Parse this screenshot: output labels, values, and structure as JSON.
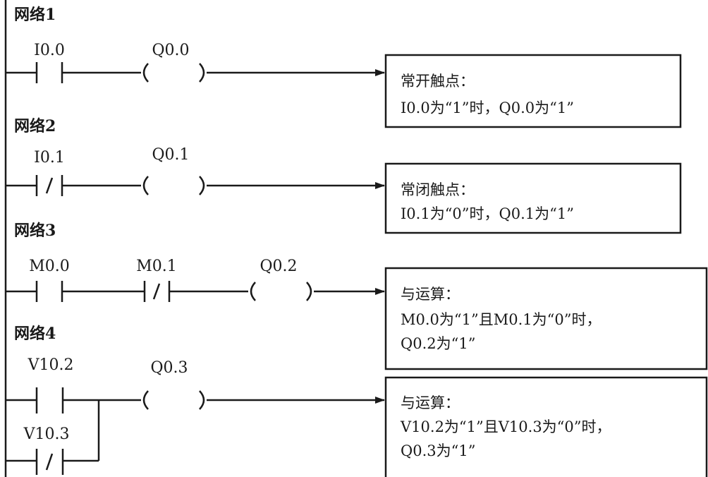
{
  "networks": [
    {
      "title": "网络1",
      "contacts": [
        "I0.0"
      ],
      "coil": "Q0.0",
      "note": [
        "常开触点：",
        "I0.0为“1”时，Q0.0为“1”"
      ]
    },
    {
      "title": "网络2",
      "contacts": [
        "I0.1"
      ],
      "coil": "Q0.1",
      "note": [
        "常闭触点：",
        "I0.1为“0”时，Q0.1为“1”"
      ]
    },
    {
      "title": "网络3",
      "contacts": [
        "M0.0",
        "M0.1"
      ],
      "coil": "Q0.2",
      "note": [
        "与运算：",
        "M0.0为“1”且M0.1为“0”时，",
        "Q0.2为“1”"
      ]
    },
    {
      "title": "网络4",
      "contacts": [
        "V10.2",
        "V10.3"
      ],
      "coil": "Q0.3",
      "note": [
        "与运算：",
        "V10.2为“1”且V10.3为“0”时，",
        "Q0.3为“1”"
      ]
    }
  ]
}
